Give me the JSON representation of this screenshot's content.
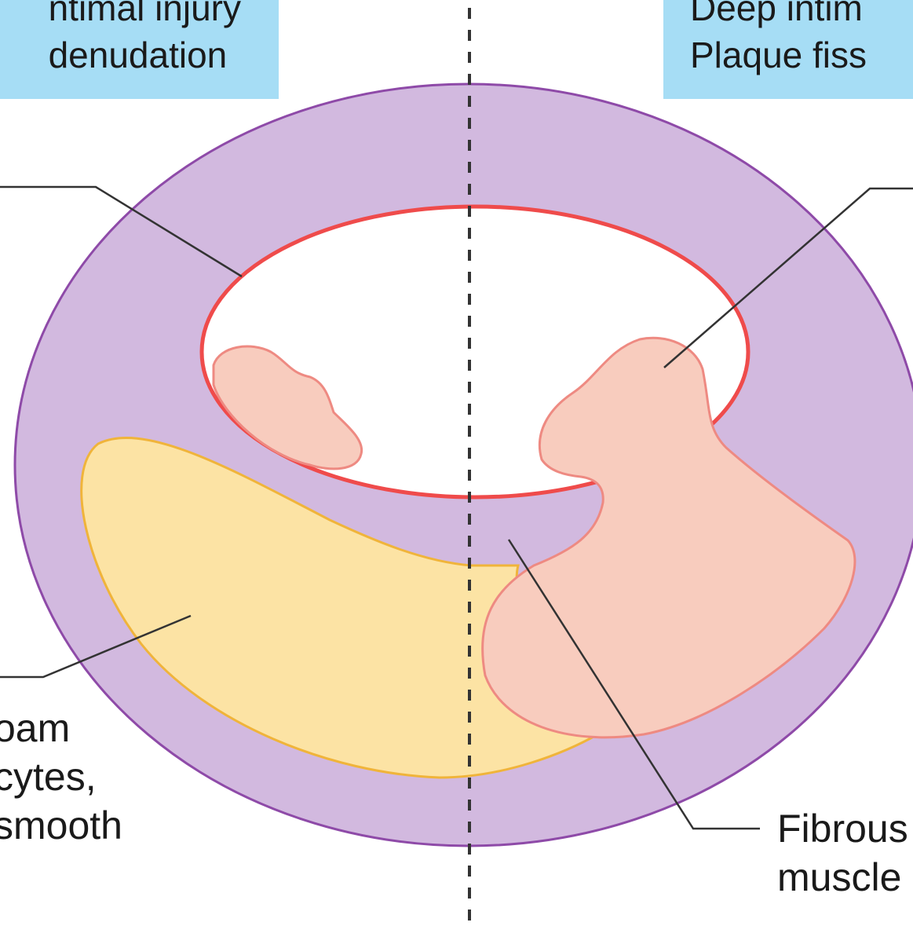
{
  "left_panel": {
    "title_lines": [
      "ntimal injury",
      "denudation"
    ],
    "bottom_label_lines": [
      "oam",
      "cytes,",
      "smooth"
    ]
  },
  "right_panel": {
    "title_lines": [
      "Deep intim",
      "Plaque fiss"
    ],
    "bottom_label_lines": [
      "Fibrous",
      "muscle"
    ]
  },
  "colors": {
    "box_fill": "#a6ddf5",
    "vessel_wall": "#d2b9df",
    "vessel_outline": "#8e4aa8",
    "lumen_outline": "#ef4b4b",
    "plaque_fill": "#f8ccbe",
    "plaque_outline": "#ee8a82",
    "lipid_core_fill": "#fce3a4",
    "lipid_core_outline": "#f0b43a",
    "leader_line": "#333333",
    "divider": "#333333"
  }
}
